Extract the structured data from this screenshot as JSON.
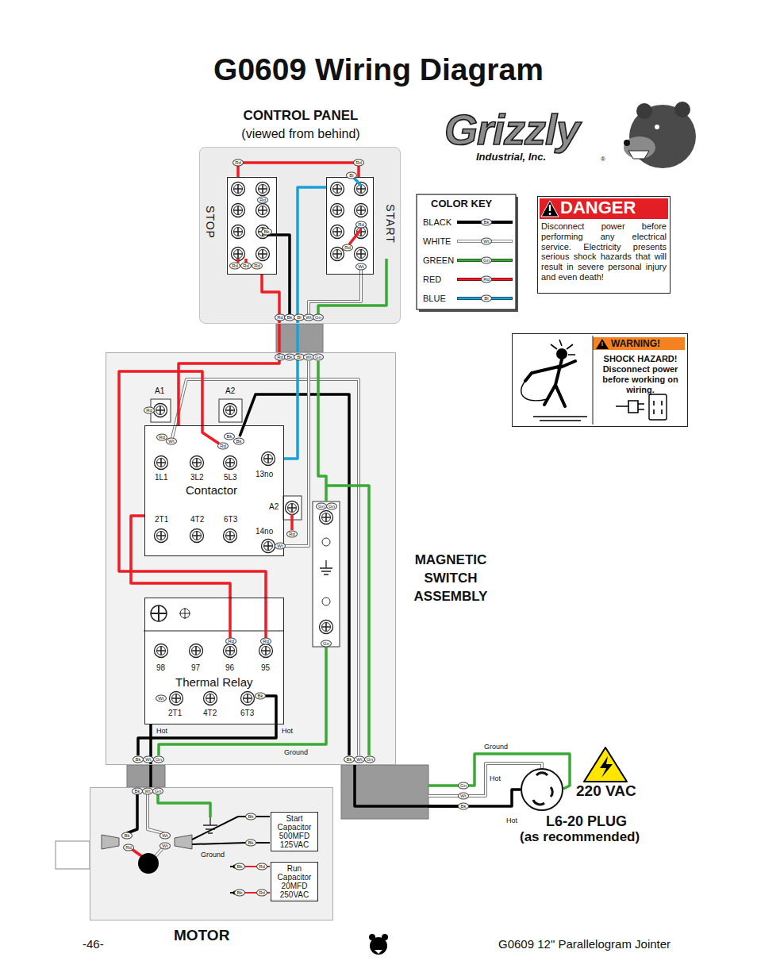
{
  "diagram": {
    "title": "G0609 Wiring Diagram",
    "nodes": [
      {
        "text": [
          "CONTROL PANEL",
          "(viewed from behind)"
        ]
      },
      {
        "text": [
          "STOP"
        ],
        "in": 0
      },
      {
        "text": [
          "START"
        ],
        "in": 0
      },
      {
        "text": [
          "DANGER",
          "Disconnect power before performing any electrical service. Electricity presents serious shock hazards that will result in severe personal injury and even death!"
        ]
      },
      {
        "text": [
          "WARNING!",
          "SHOCK HAZARD! Disconnect power before working on wiring."
        ]
      },
      {
        "text": [
          "MAGNETIC SWITCH ASSEMBLY"
        ]
      },
      {
        "text": [
          "Contactor"
        ],
        "in": 5
      },
      {
        "text": [
          "Thermal Relay"
        ],
        "in": 5
      },
      {
        "text": [
          "MOTOR"
        ]
      },
      {
        "text": [
          "Start Capacitor 500MFD 125VAC"
        ],
        "in": 8
      },
      {
        "text": [
          "Run Capacitor 20MFD 250VAC"
        ],
        "in": 8
      },
      {
        "text": [
          "L6-20 PLUG",
          "(as recommended)"
        ]
      }
    ],
    "edges": [
      {
        "from": 1,
        "to": 2,
        "arrow": "none"
      },
      {
        "from": 1,
        "to": 6,
        "arrow": "none"
      },
      {
        "from": 2,
        "to": 6,
        "arrow": "none"
      },
      {
        "from": 6,
        "to": 7,
        "arrow": "none"
      },
      {
        "from": 7,
        "to": 8,
        "arrow": "none"
      },
      {
        "from": 5,
        "to": 11,
        "arrow": "none"
      }
    ],
    "labels": [
      "Grizzly",
      "Industrial, Inc.",
      "®",
      "COLOR KEY",
      "Rd",
      "Rd",
      "Bl",
      "Rd",
      "Bk",
      "Rd",
      "Rd",
      "Rd",
      "Rd",
      "Rd",
      "Wt",
      "Rd",
      "Bk",
      "Bl",
      "Wt",
      "Gn",
      "Rd",
      "Bk",
      "Bl",
      "Wt",
      "Gn",
      "A1",
      "A2",
      "Rd",
      "Rd",
      "Wt",
      "Bk",
      "Bk",
      "Rd",
      "1L1",
      "3L2",
      "5L3",
      "13no",
      "A2",
      "Gn",
      "Gn",
      "2T1",
      "4T2",
      "6T3",
      "14no",
      "Rd",
      "Wt",
      "Rd",
      "Rd",
      "Gn",
      "98",
      "97",
      "96",
      "95",
      "Wt",
      "Bk",
      "2T1",
      "4T2",
      "6T3",
      "Hot",
      "Hot",
      "Ground",
      "Bk",
      "Wt",
      "Gn",
      "Bk",
      "Wt",
      "Gn",
      "Bk",
      "Wt",
      "Gn",
      "Bk",
      "Rd",
      "Wt",
      "Wt",
      "Ground",
      "Bk",
      "Bk",
      "Bk",
      "Rd",
      "Bk",
      "Rd",
      "Ground",
      "Hot",
      "Gn",
      "Wt",
      "Bk",
      "Hot",
      "220 VAC",
      "Bk",
      "Wt",
      "Gn",
      "Rd",
      "Bl",
      "-46-",
      "G0609 12\" Parallelogram Jointer"
    ],
    "legend": [
      {
        "text": "BLACK",
        "color": "#000000"
      },
      {
        "text": "WHITE",
        "color": "#ffffff"
      },
      {
        "text": "GREEN",
        "color": "#3aaa35"
      },
      {
        "text": "RED",
        "color": "#ee1c25"
      },
      {
        "text": "BLUE",
        "color": "#1ba1d8"
      }
    ]
  }
}
